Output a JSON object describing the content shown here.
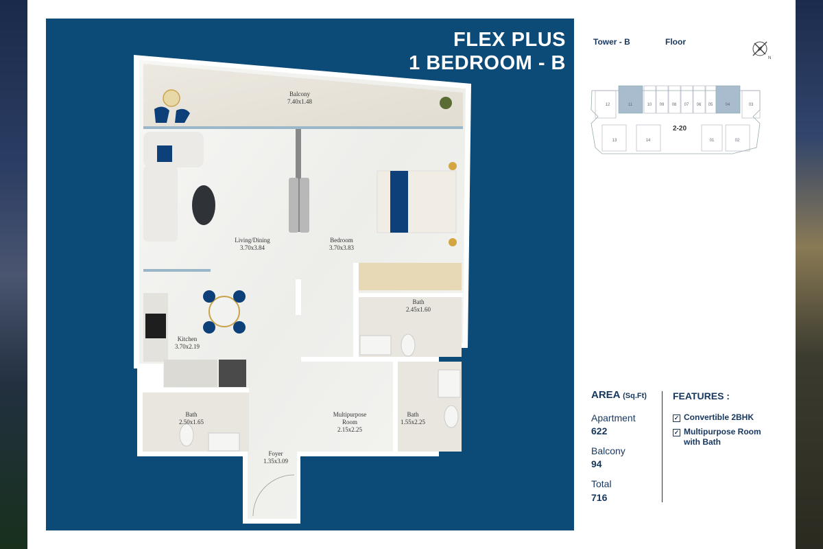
{
  "plan": {
    "title_line1": "FLEX PLUS",
    "title_line2": "1 BEDROOM - B",
    "rooms": {
      "balcony": {
        "name": "Balcony",
        "dims": "7.40x1.48"
      },
      "living": {
        "name": "Living/Dining",
        "dims": "3.70x3.84"
      },
      "bedroom": {
        "name": "Bedroom",
        "dims": "3.70x3.83"
      },
      "bath1": {
        "name": "Bath",
        "dims": "2.45x1.60"
      },
      "kitchen": {
        "name": "Kitchen",
        "dims": "3.70x2.19"
      },
      "bath2": {
        "name": "Bath",
        "dims": "2.50x1.65"
      },
      "multipurpose_line1": "Multipurpose",
      "multipurpose_line2": "Room",
      "multipurpose_dims": "2.15x2.25",
      "bath3": {
        "name": "Bath",
        "dims": "1.55x2.25"
      },
      "foyer": {
        "name": "Foyer",
        "dims": "1.35x3.09"
      }
    }
  },
  "keyplan": {
    "tower": "Tower - B",
    "floor": "Floor",
    "floor_range": "2-20",
    "units_top": [
      "12",
      "11",
      "10",
      "09",
      "08",
      "07",
      "06",
      "05",
      "04",
      "03"
    ],
    "units_bottom": [
      "13",
      "14",
      "01",
      "02"
    ],
    "highlight_color": "#a9bccd"
  },
  "area": {
    "title": "AREA",
    "unit": "(Sq.Ft)",
    "apartment_label": "Apartment",
    "apartment_value": "622",
    "balcony_label": "Balcony",
    "balcony_value": "94",
    "total_label": "Total",
    "total_value": "716"
  },
  "features": {
    "title": "FEATURES :",
    "items": [
      "Convertible 2BHK",
      "Multipurpose Room",
      "with Bath"
    ]
  },
  "colors": {
    "panel": "#0c4a78",
    "text_navy": "#17365d",
    "accent_blue": "#0d3f78"
  }
}
